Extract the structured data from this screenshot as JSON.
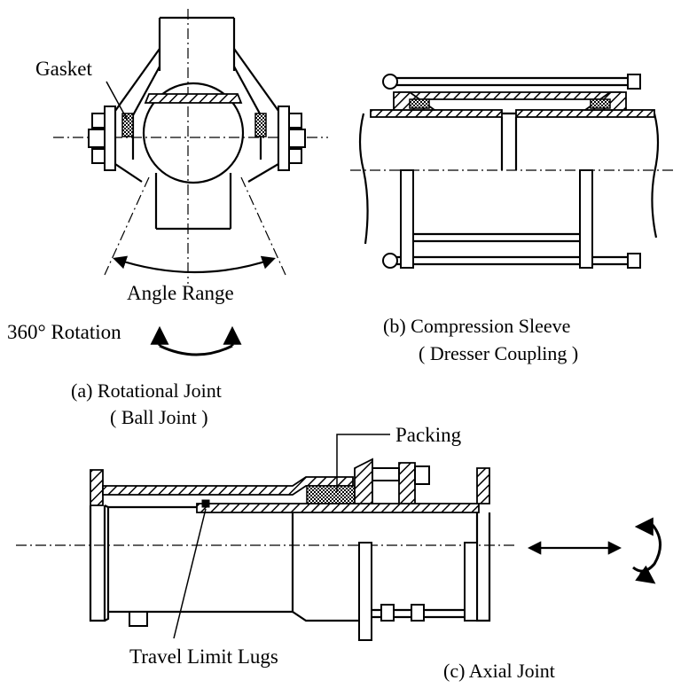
{
  "panel_a": {
    "gasket_label": "Gasket",
    "angle_label": "Angle Range",
    "rotation_label": "360° Rotation",
    "caption_line1": "(a)  Rotational Joint",
    "caption_line2": "( Ball  Joint )"
  },
  "panel_b": {
    "caption_line1": "(b)   Compression Sleeve",
    "caption_line2": "( Dresser Coupling )"
  },
  "panel_c": {
    "packing_label": "Packing",
    "lugs_label": "Travel Limit Lugs",
    "caption": "(c)  Axial Joint"
  }
}
